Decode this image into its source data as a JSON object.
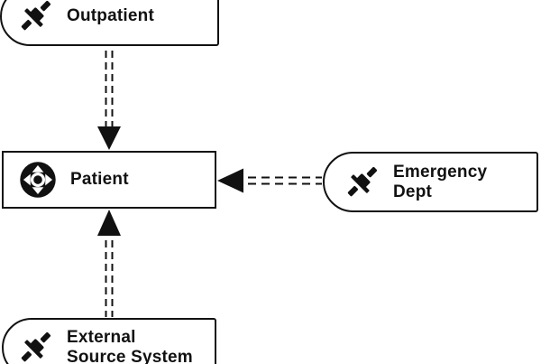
{
  "diagram": {
    "background_color": "#ffffff",
    "stroke_color": "#111111",
    "text_color": "#111111",
    "nodes": [
      {
        "id": "outpatient",
        "label": "Outpatient",
        "icon": "satellite-icon",
        "shape": "rounded-left-stadium",
        "clipped_edge": "top"
      },
      {
        "id": "patient",
        "label": "Patient",
        "icon": "move-dpad-icon",
        "shape": "rectangle"
      },
      {
        "id": "emergency-dept",
        "label": "Emergency Dept",
        "lines": [
          "Emergency",
          "Dept"
        ],
        "icon": "satellite-icon",
        "shape": "rounded-left-stadium"
      },
      {
        "id": "external-source-system",
        "label": "External Source System",
        "lines": [
          "External",
          "Source System"
        ],
        "icon": "satellite-icon",
        "shape": "rounded-left-stadium",
        "clipped_edge": "bottom"
      }
    ],
    "edges": [
      {
        "from": "Outpatient",
        "to": "Patient",
        "line_style": "double-dashed",
        "arrowhead": "filled-triangle",
        "direction": "down"
      },
      {
        "from": "Emergency Dept",
        "to": "Patient",
        "line_style": "double-dashed",
        "arrowhead": "filled-triangle",
        "direction": "left"
      },
      {
        "from": "External Source System",
        "to": "Patient",
        "line_style": "double-dashed",
        "arrowhead": "filled-triangle",
        "direction": "up"
      }
    ]
  }
}
